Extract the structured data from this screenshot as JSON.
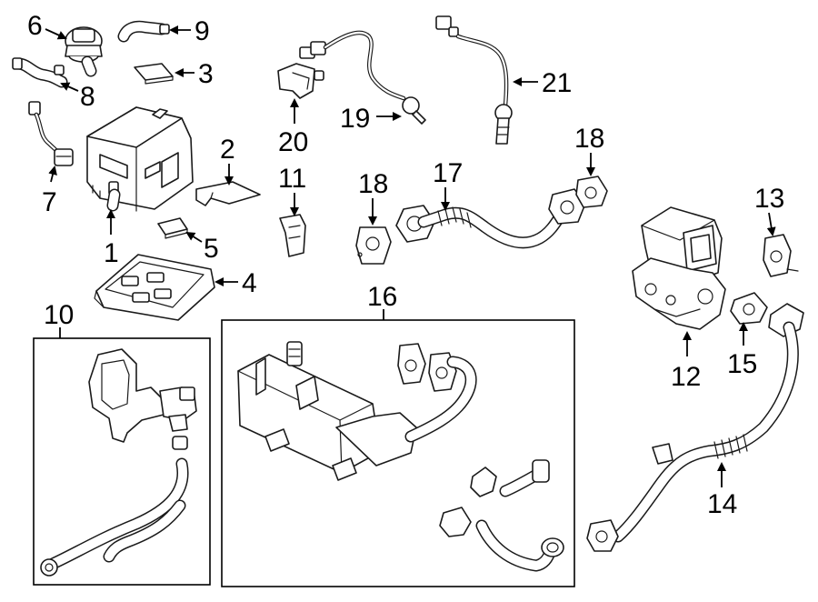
{
  "callouts": {
    "c1": "1",
    "c2": "2",
    "c3": "3",
    "c4": "4",
    "c5": "5",
    "c6": "6",
    "c7": "7",
    "c8": "8",
    "c9": "9",
    "c10": "10",
    "c11": "11",
    "c12": "12",
    "c13": "13",
    "c14": "14",
    "c15": "15",
    "c16": "16",
    "c17": "17",
    "c18a": "18",
    "c18b": "18",
    "c19": "19",
    "c20": "20",
    "c21": "21"
  },
  "colors": {
    "line": "#1a1a1a",
    "background": "#ffffff"
  }
}
